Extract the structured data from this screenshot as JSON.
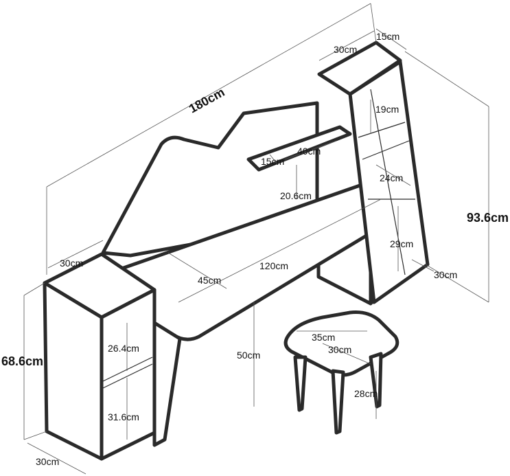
{
  "labels": {
    "overall_width": "180cm",
    "shelf_unit_depth": "30cm",
    "shelf_unit_side": "15cm",
    "shelf_gap_1": "19cm",
    "shelf_gap_2": "24cm",
    "overall_height": "93.6cm",
    "tower_gap": "29cm",
    "tower_depth": "30cm",
    "monitor_shelf_depth": "15cm",
    "monitor_shelf_width": "40cm",
    "monitor_shelf_height": "20.6cm",
    "cabinet_width": "30cm",
    "desk_depth": "45cm",
    "desk_width": "120cm",
    "cabinet_upper_gap": "26.4cm",
    "cabinet_lower_gap": "31.6cm",
    "cabinet_height": "68.6cm",
    "cabinet_depth": "30cm",
    "desk_height": "50cm",
    "stool_width": "35cm",
    "stool_depth": "30cm",
    "stool_height": "28cm"
  }
}
